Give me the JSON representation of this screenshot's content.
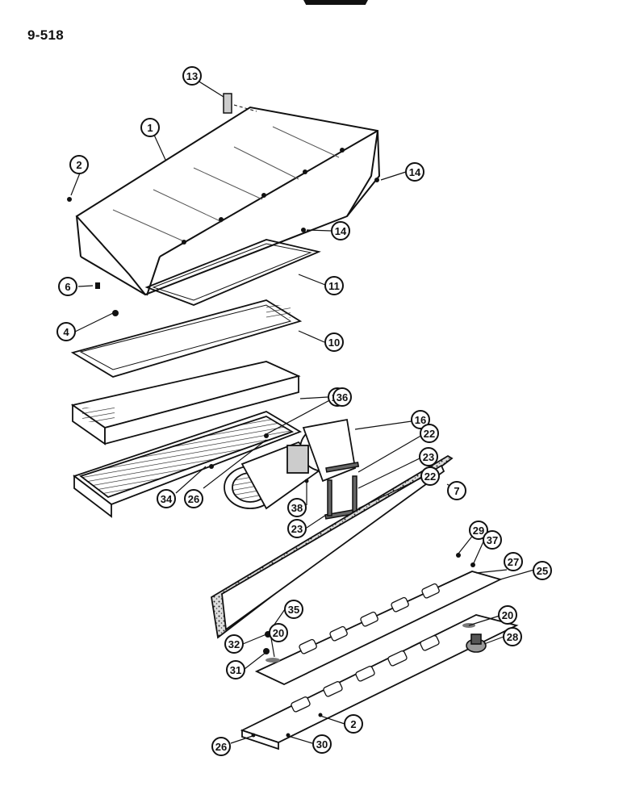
{
  "page": {
    "ref": "9-518"
  },
  "diagram": {
    "callouts": [
      {
        "id": "c13",
        "label": "13"
      },
      {
        "id": "c1",
        "label": "1"
      },
      {
        "id": "c2a",
        "label": "2"
      },
      {
        "id": "c14a",
        "label": "14"
      },
      {
        "id": "c14b",
        "label": "14"
      },
      {
        "id": "c6",
        "label": "6"
      },
      {
        "id": "c11",
        "label": "11"
      },
      {
        "id": "c4",
        "label": "4"
      },
      {
        "id": "c10",
        "label": "10"
      },
      {
        "id": "c12",
        "label": "12"
      },
      {
        "id": "c36",
        "label": "36"
      },
      {
        "id": "c16",
        "label": "16"
      },
      {
        "id": "c22a",
        "label": "22"
      },
      {
        "id": "c23a",
        "label": "23"
      },
      {
        "id": "c22b",
        "label": "22"
      },
      {
        "id": "c7",
        "label": "7"
      },
      {
        "id": "c34",
        "label": "34"
      },
      {
        "id": "c26a",
        "label": "26"
      },
      {
        "id": "c38",
        "label": "38"
      },
      {
        "id": "c23b",
        "label": "23"
      },
      {
        "id": "c29",
        "label": "29"
      },
      {
        "id": "c37",
        "label": "37"
      },
      {
        "id": "c27",
        "label": "27"
      },
      {
        "id": "c25",
        "label": "25"
      },
      {
        "id": "c35",
        "label": "35"
      },
      {
        "id": "c20a",
        "label": "20"
      },
      {
        "id": "c20b",
        "label": "20"
      },
      {
        "id": "c32",
        "label": "32"
      },
      {
        "id": "c28",
        "label": "28"
      },
      {
        "id": "c31",
        "label": "31"
      },
      {
        "id": "c2b",
        "label": "2"
      },
      {
        "id": "c26b",
        "label": "26"
      },
      {
        "id": "c30",
        "label": "30"
      }
    ]
  }
}
